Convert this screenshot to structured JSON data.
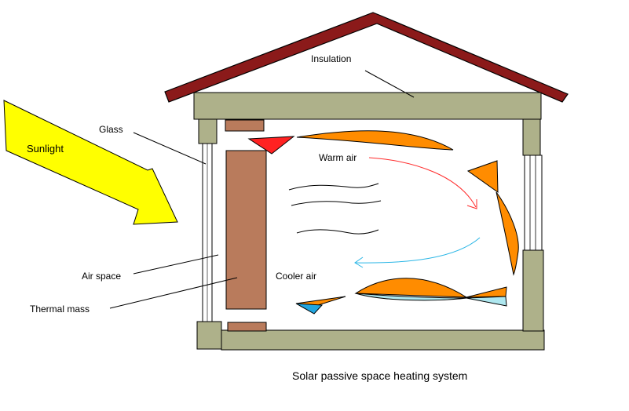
{
  "labels": {
    "insulation": "Insulation",
    "glass": "Glass",
    "sunlight": "Sunlight",
    "warm_air": "Warm air",
    "air_space": "Air space",
    "cooler_air": "Cooler air",
    "thermal_mass": "Thermal mass"
  },
  "caption": "Solar passive space heating system",
  "colors": {
    "roof": "#8b1a1a",
    "walls": "#aeb18a",
    "thermal_mass": "#b97b5c",
    "sunlight": "#ffff00",
    "warm_flow": "#ff8c00",
    "hot_flow": "#ff2222",
    "cool_flow": "#22a6e0",
    "warm_arrow": "#ff2a2a",
    "cool_arrow": "#2ab6e6"
  }
}
